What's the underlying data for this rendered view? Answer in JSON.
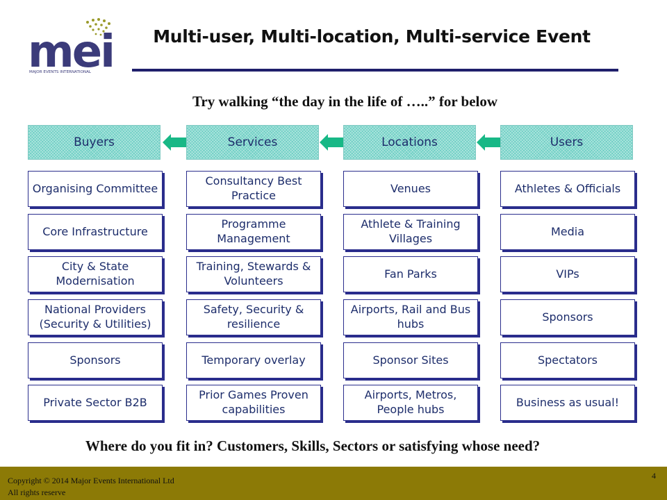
{
  "slide": {
    "title": "Multi-user, Multi-location, Multi-service Event",
    "subtitle": "Try walking “the day in the life of  …..” for below",
    "question": "Where do you fit in? Customers, Skills, Sectors or satisfying whose need?",
    "page_number": "4"
  },
  "logo": {
    "wordmark": "mei",
    "tagline": "MAJOR EVENTS INTERNATIONAL",
    "colors": {
      "text": "#3b3b7a",
      "dots": "#9a9a2a"
    }
  },
  "columns": [
    {
      "header": "Buyers",
      "items": [
        "Organising Committee",
        "Core Infrastructure",
        "City & State Modernisation",
        "National Providers (Security & Utilities)",
        "Sponsors",
        "Private Sector B2B"
      ]
    },
    {
      "header": "Services",
      "items": [
        "Consultancy Best Practice",
        "Programme Management",
        "Training, Stewards & Volunteers",
        "Safety, Security & resilience",
        "Temporary overlay",
        "Prior Games Proven capabilities"
      ]
    },
    {
      "header": "Locations",
      "items": [
        "Venues",
        "Athlete & Training Villages",
        "Fan Parks",
        "Airports, Rail and Bus hubs",
        "Sponsor Sites",
        "Airports, Metros, People hubs"
      ]
    },
    {
      "header": "Users",
      "items": [
        "Athletes & Officials",
        "Media",
        "VIPs",
        "Sponsors",
        "Spectators",
        "Business as usual!"
      ]
    }
  ],
  "arrows": [
    "left-arrow",
    "left-arrow",
    "left-arrow"
  ],
  "footer": {
    "copyright_line1": "Copyright © 2014 Major Events International Ltd",
    "copyright_line2": "All rights reserve"
  },
  "colors": {
    "header_fill": "#6ecfc4",
    "box_border": "#2a2d8c",
    "box_text": "#1d2d6b",
    "arrow": "#18b886",
    "footer_bar": "#8c7a06",
    "title_rule": "#1f1f6b"
  }
}
